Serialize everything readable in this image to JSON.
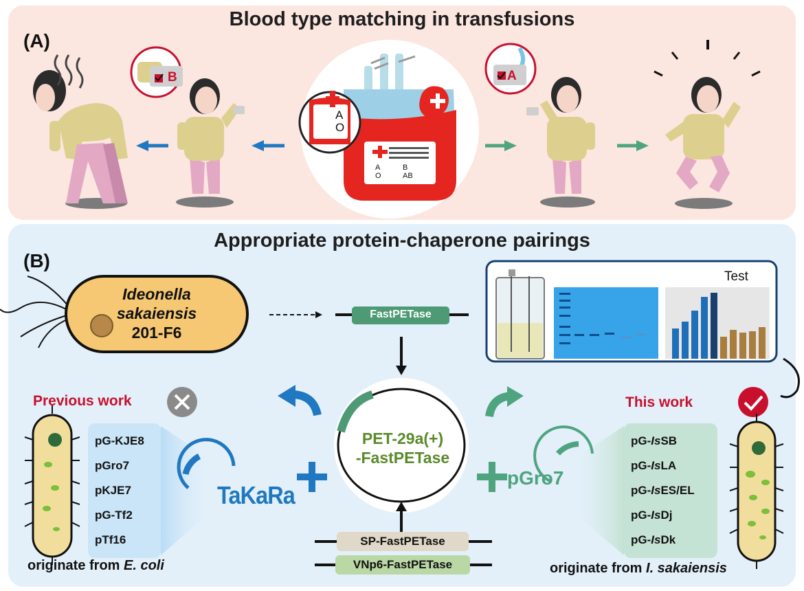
{
  "panel_a": {
    "letter": "(A)",
    "title": "Blood type matching in transfusions",
    "tag_left": "B",
    "tag_right": "A",
    "bag_check_a": "A",
    "bag_check_o": "O",
    "bag_label_a": "A",
    "bag_label_b": "B",
    "bag_label_o": "O",
    "bag_label_ab": "AB"
  },
  "panel_b": {
    "letter": "(B)",
    "title": "Appropriate protein-chaperone pairings",
    "organism_line1": "Ideonella",
    "organism_line2": "sakaiensis",
    "organism_line3": "201-F6",
    "gene_label": "FastPETase",
    "test_label": "Test",
    "plasmid_line1": "PET-29a(+)",
    "plasmid_line2": "-FastPETase",
    "variant1": "SP-FastPETase",
    "variant2": "VNp6-FastPETase",
    "previous_work": "Previous work",
    "this_work": "This work",
    "takara": "TaKaRa",
    "pgro7": "pGro7",
    "left_list": [
      "pG-KJE8",
      "pGro7",
      "pKJE7",
      "pG-Tf2",
      "pTf16"
    ],
    "right_list": [
      {
        "pre": "pG-",
        "italic": "Is",
        "post": "SB"
      },
      {
        "pre": "pG-",
        "italic": "Is",
        "post": "LA"
      },
      {
        "pre": "pG-",
        "italic": "Is",
        "post": "ES/EL"
      },
      {
        "pre": "pG-",
        "italic": "Is",
        "post": "Dj"
      },
      {
        "pre": "pG-",
        "italic": "Is",
        "post": "Dk"
      }
    ],
    "left_origin_pre": "originate from ",
    "left_origin_italic": "E. coli",
    "right_origin_pre": "originate from ",
    "right_origin_italic": "I. sakaiensis"
  },
  "colors": {
    "panel_a_bg": "#fbe6e0",
    "panel_b_bg": "#e3f0fa",
    "blue_arrow": "#1f78c1",
    "green_arrow": "#4fa480",
    "red_accent": "#c8102e",
    "plasmid_green": "#5a8a2a",
    "gene_green": "#4d9a74",
    "blood_red": "#e52620"
  }
}
